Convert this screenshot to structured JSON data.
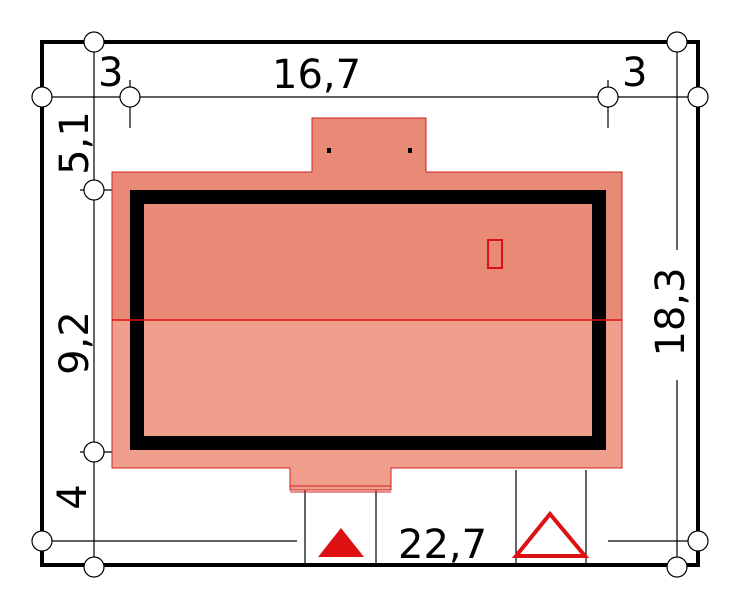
{
  "plan": {
    "dimensions": {
      "top_left": "3",
      "top_middle": "16,7",
      "top_right": "3",
      "left_top": "5,1",
      "left_middle": "9,2",
      "left_bottom": "4",
      "right": "18,3",
      "bottom": "22,7"
    },
    "colors": {
      "roof_upper": "#e88a76",
      "roof_lower": "#ef9e8b",
      "ridge_line": "#dd1111",
      "wall": "#000000",
      "entrance_marker": "#dd1111"
    }
  }
}
